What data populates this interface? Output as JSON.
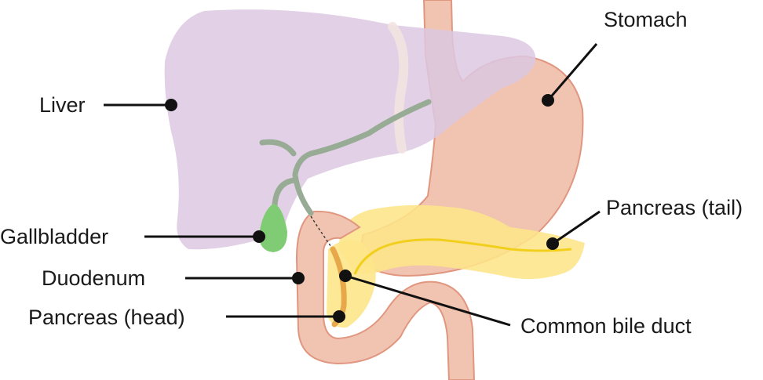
{
  "labels": {
    "stomach": "Stomach",
    "liver": "Liver",
    "pancreas_tail": "Pancreas (tail)",
    "gallbladder": "Gallbladder",
    "duodenum": "Duodenum",
    "common_bile_duct": "Common bile duct",
    "pancreas_head": "Pancreas (head)"
  },
  "colors": {
    "liver": "#dcc8e2",
    "stomach": "#f1c3b1",
    "stomach_outline": "#e0967f",
    "pancreas": "#fde58a",
    "pancreas_duct": "#f2cf1d",
    "bile_duct": "#98ac95",
    "gallbladder": "#7fcc74",
    "label_line": "#111111"
  }
}
